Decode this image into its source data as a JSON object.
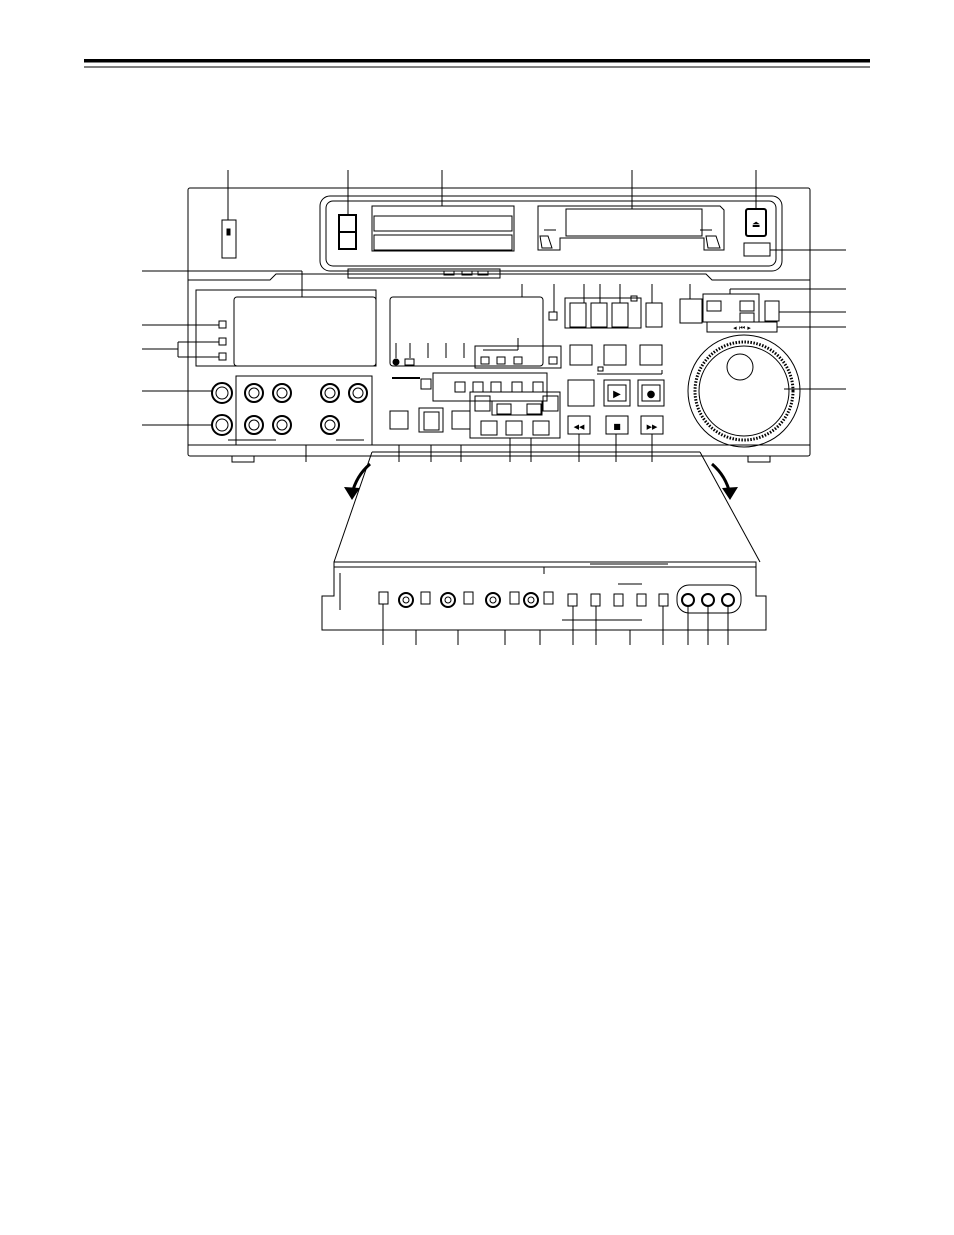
{
  "header_rule": true,
  "device": {
    "eject_glyph": "⏏",
    "reel_glyph": "◂ ⏮ ▸",
    "transport": [
      {
        "name": "rew-button",
        "glyph": "◀◀",
        "icon": "rewind-icon"
      },
      {
        "name": "stop-button",
        "glyph": "■",
        "icon": "stop-icon"
      },
      {
        "name": "ff-button",
        "glyph": "▶▶",
        "icon": "fast-forward-icon"
      },
      {
        "name": "play-button",
        "glyph": "▶",
        "icon": "play-icon"
      },
      {
        "name": "rec-button",
        "glyph": "●",
        "icon": "record-icon"
      }
    ]
  },
  "colors": {
    "line": "#000000",
    "background": "#ffffff"
  }
}
